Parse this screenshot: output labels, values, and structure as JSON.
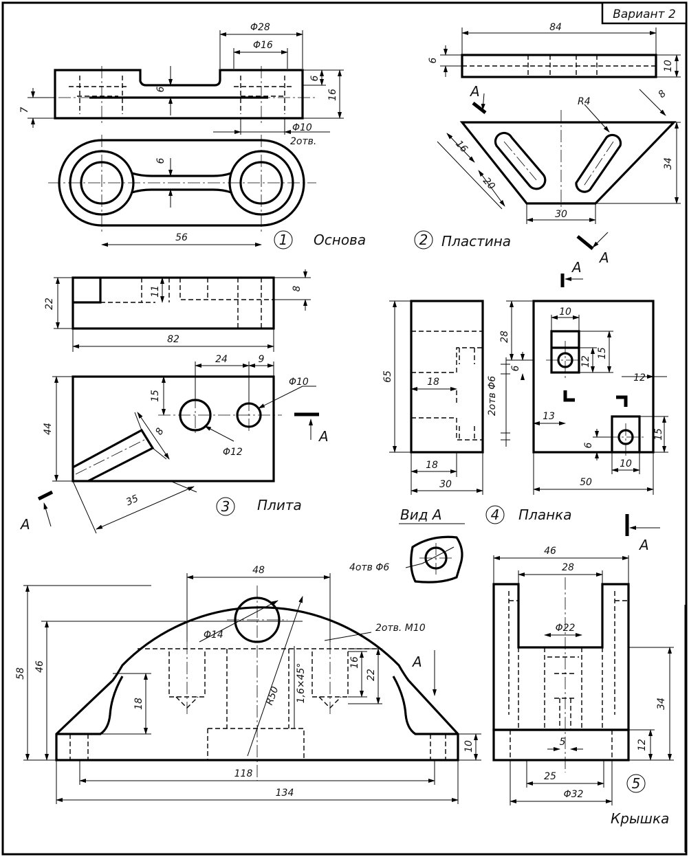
{
  "variant_label": "Вариант 2",
  "parts": [
    {
      "number": "1",
      "name": "Основа"
    },
    {
      "number": "2",
      "name": "Пластина"
    },
    {
      "number": "3",
      "name": "Плита"
    },
    {
      "number": "4",
      "name": "Планка"
    },
    {
      "number": "5",
      "name": "Крышка"
    }
  ],
  "view_label": "Вид А",
  "section_mark": "А",
  "part1": {
    "d28": "Φ28",
    "d16": "Φ16",
    "d10": "Φ10",
    "holes": "2отв.",
    "h7": "7",
    "h6a": "6",
    "h6b": "6",
    "h16": "16",
    "w6": "6",
    "len56": "56"
  },
  "part2": {
    "len84": "84",
    "h6": "6",
    "h10": "10",
    "r4": "R4",
    "a8": "8",
    "a16": "16",
    "a20": "20",
    "h34": "34",
    "w30": "30"
  },
  "part3": {
    "h22": "22",
    "h11": "11",
    "h8": "8",
    "len82": "82",
    "h44": "44",
    "d15": "15",
    "d24": "24",
    "d9": "9",
    "d10": "Φ10",
    "d12": "Φ12",
    "a8": "8",
    "a35": "35"
  },
  "part4": {
    "h65": "65",
    "d18a": "18",
    "d18b": "18",
    "w30": "30",
    "holes": "2отв Φ6",
    "w10a": "10",
    "h28": "28",
    "h12": "12",
    "h15a": "15",
    "h6a": "6",
    "w12": "12",
    "w13": "13",
    "h6b": "6",
    "h15b": "15",
    "w10b": "10",
    "w50": "50"
  },
  "part5": {
    "w48": "48",
    "holes4": "4отв Φ6",
    "d14": "Φ14",
    "holes2": "2отв. M10",
    "h58": "58",
    "h46": "46",
    "h18": "18",
    "r50": "R50",
    "chamfer": "1,6×45°",
    "h16": "16",
    "h22": "22",
    "h10": "10",
    "len118": "118",
    "len134": "134",
    "w46": "46",
    "w28": "28",
    "d22": "Φ22",
    "h34": "34",
    "h12": "12",
    "w5": "5",
    "w25": "25",
    "d32": "Φ32"
  }
}
